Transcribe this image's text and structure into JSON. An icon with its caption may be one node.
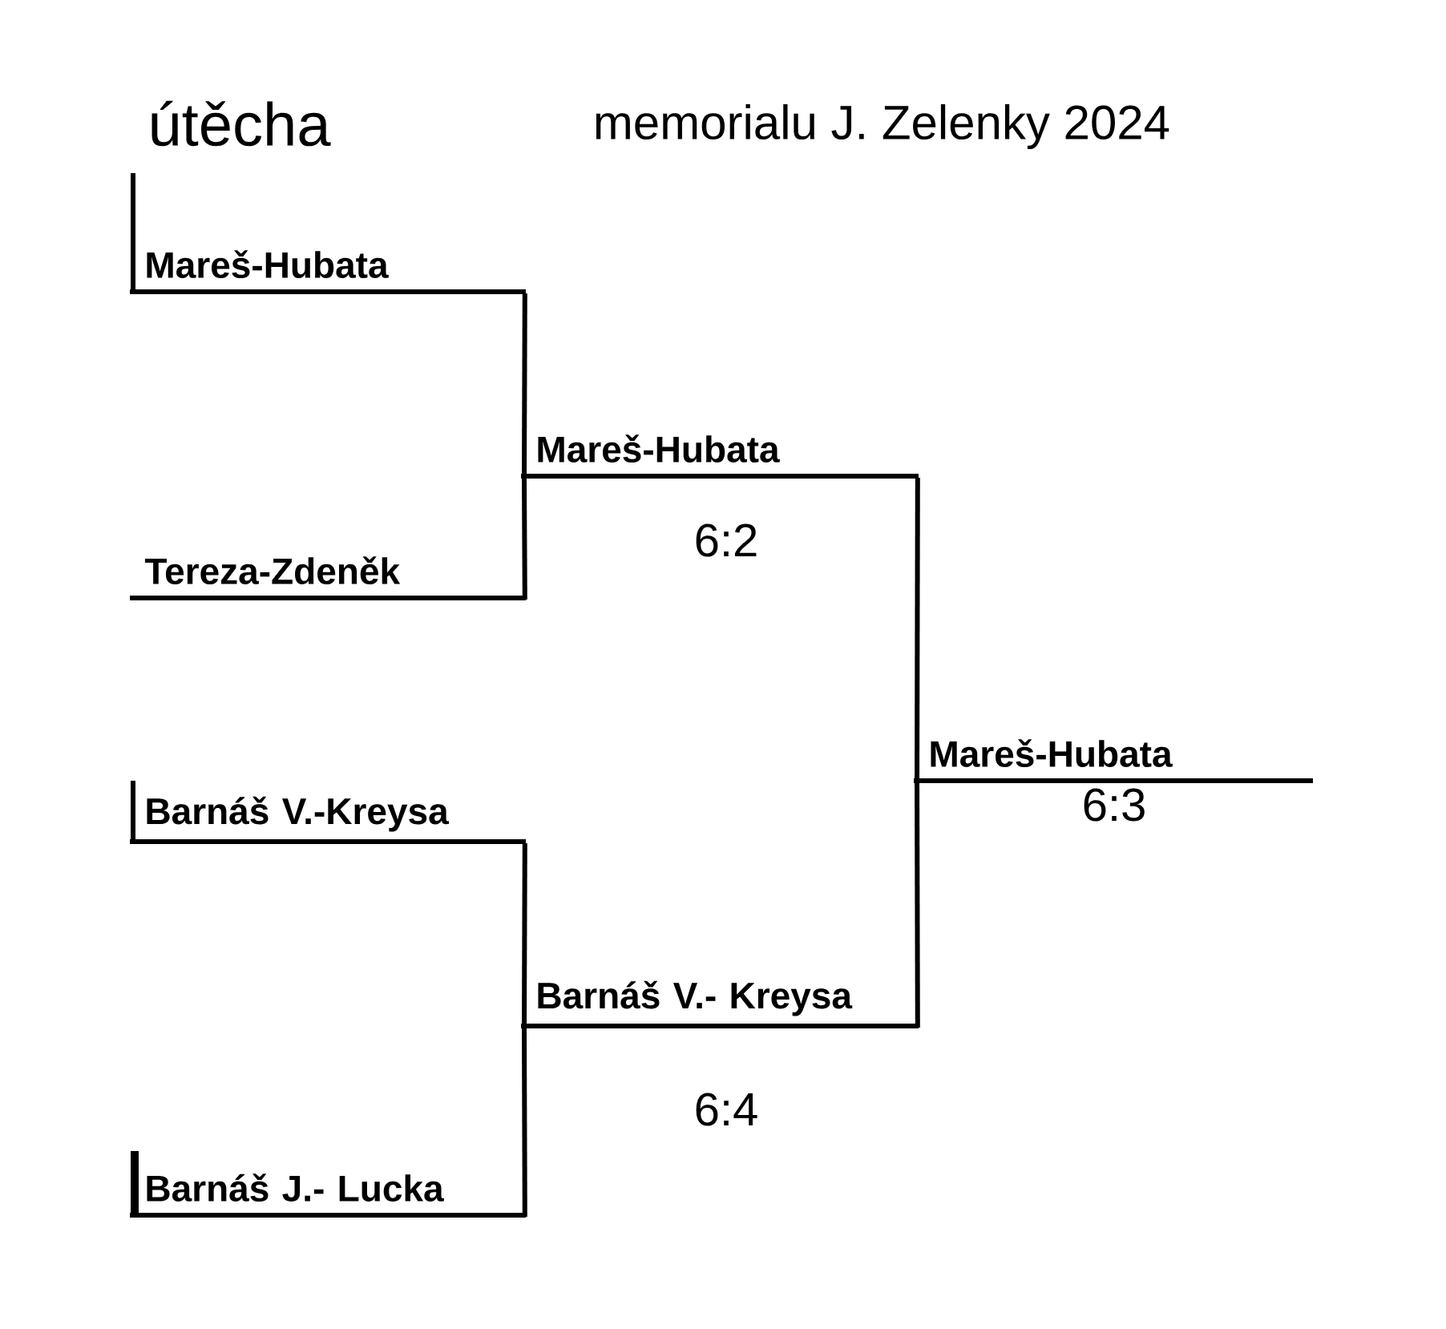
{
  "diagram": {
    "title": "memorialu J. Zelenky 2024",
    "nodes": [
      {
        "text": [
          "Mareš-Hubata"
        ]
      },
      {
        "text": [
          "Tereza-Zdeněk"
        ]
      },
      {
        "text": [
          "Barnáš V.-Kreysa"
        ]
      },
      {
        "text": [
          "Barnáš J.- Lucka"
        ]
      },
      {
        "text": [
          "Mareš-Hubata"
        ],
        "beside": [
          "6:2"
        ]
      },
      {
        "text": [
          "Barnáš V.- Kreysa"
        ],
        "beside": [
          "6:4"
        ]
      },
      {
        "text": [
          "Mareš-Hubata"
        ],
        "beside": [
          "6:3"
        ]
      }
    ],
    "edges": [
      {
        "from": 0,
        "to": 4,
        "arrow": "none"
      },
      {
        "from": 1,
        "to": 4,
        "arrow": "none"
      },
      {
        "from": 2,
        "to": 5,
        "arrow": "none"
      },
      {
        "from": 3,
        "to": 5,
        "arrow": "none"
      },
      {
        "from": 4,
        "to": 6,
        "arrow": "none"
      },
      {
        "from": 5,
        "to": 6,
        "arrow": "none"
      }
    ],
    "labels": [
      "útěcha"
    ]
  }
}
